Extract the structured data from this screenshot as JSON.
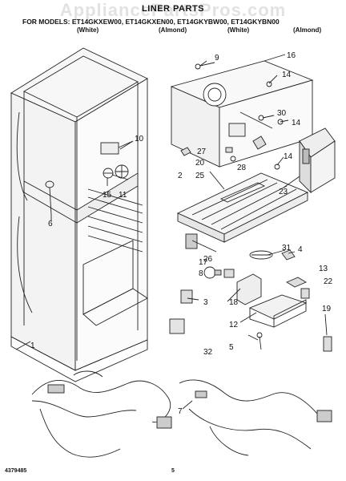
{
  "watermark": "AppliancePartsPros.com",
  "header": {
    "title": "LINER PARTS",
    "models_line": "FOR MODELS: ET14GKXEW00, ET14GKXEN00, ET14GKYBW00, ET14GKYBN00",
    "variants": [
      "(White)",
      "(Almond)",
      "(White)",
      "(Almond)"
    ]
  },
  "callouts": [
    "1",
    "2",
    "3",
    "4",
    "5",
    "6",
    "7",
    "8",
    "9",
    "10",
    "11",
    "12",
    "13",
    "14",
    "14",
    "14",
    "15",
    "16",
    "17",
    "18",
    "19",
    "20",
    "22",
    "23",
    "25",
    "26",
    "27",
    "28",
    "30",
    "31",
    "32"
  ],
  "footer": {
    "part_number": "4379485",
    "page_number": "5"
  }
}
